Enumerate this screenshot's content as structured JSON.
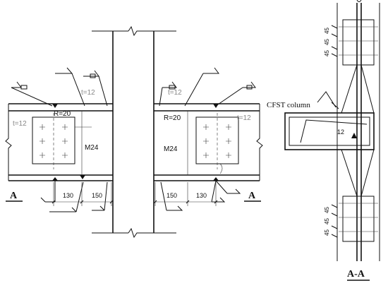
{
  "labels": {
    "r20": "R=20",
    "t12": "t=12",
    "m24": "M24",
    "dim130": "130",
    "dim150": "150",
    "section_mark": "A",
    "section_title": "A-A",
    "cfst": "CFST column",
    "weld12": "12",
    "bolt_spacing": "45"
  }
}
